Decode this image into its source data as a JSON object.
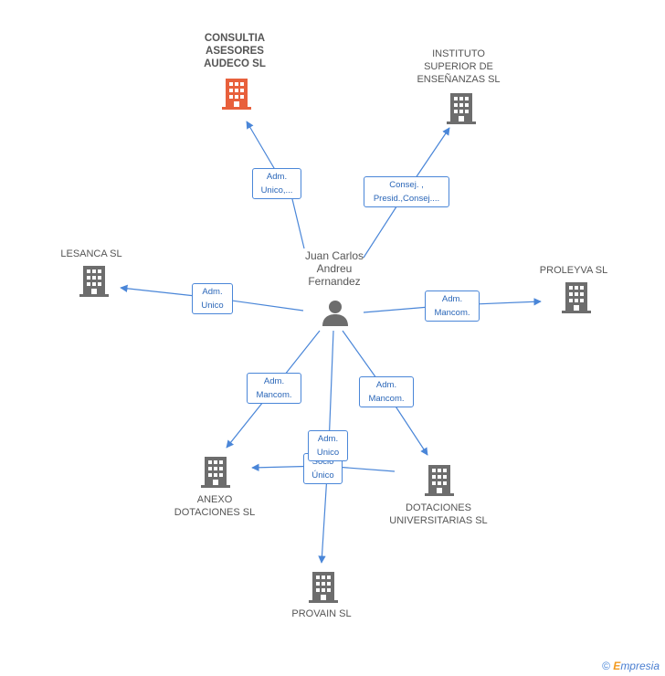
{
  "center": {
    "name": "Juan Carlos\nAndreu\nFernandez"
  },
  "companies": [
    {
      "id": "consultia",
      "name": "CONSULTIA\nASESORES\nAUDECO SL",
      "focus": true,
      "color": "#e8603c"
    },
    {
      "id": "instituto",
      "name": "INSTITUTO\nSUPERIOR DE\nENSEÑANZAS SL",
      "focus": false,
      "color": "#6d6d6d"
    },
    {
      "id": "lesanca",
      "name": "LESANCA SL",
      "focus": false,
      "color": "#6d6d6d"
    },
    {
      "id": "proleyva",
      "name": "PROLEYVA SL",
      "focus": false,
      "color": "#6d6d6d"
    },
    {
      "id": "anexo",
      "name": "ANEXO\nDOTACIONES SL",
      "focus": false,
      "color": "#6d6d6d"
    },
    {
      "id": "dotaciones",
      "name": "DOTACIONES\nUNIVERSITARIAS SL",
      "focus": false,
      "color": "#6d6d6d"
    },
    {
      "id": "provain",
      "name": "PROVAIN SL",
      "focus": false,
      "color": "#6d6d6d"
    }
  ],
  "relations": [
    {
      "to": "consultia",
      "label": "Adm.\nUnico,..."
    },
    {
      "to": "instituto",
      "label": "Consej. ,\nPresid.,Consej...."
    },
    {
      "to": "lesanca",
      "label": "Adm.\nUnico"
    },
    {
      "to": "proleyva",
      "label": "Adm.\nMancom."
    },
    {
      "to": "anexo",
      "label": "Adm.\nMancom."
    },
    {
      "to": "dotaciones",
      "label": "Adm.\nMancom."
    },
    {
      "to": "provain",
      "label": "Adm.\nUnico"
    },
    {
      "to": "anexo",
      "label": "Socio\nÚnico"
    }
  ],
  "colors": {
    "edge": "#4a86d8",
    "person": "#6d6d6d"
  },
  "footer": {
    "copyright": "©",
    "brand_initial": "E",
    "brand_rest": "mpresia"
  }
}
